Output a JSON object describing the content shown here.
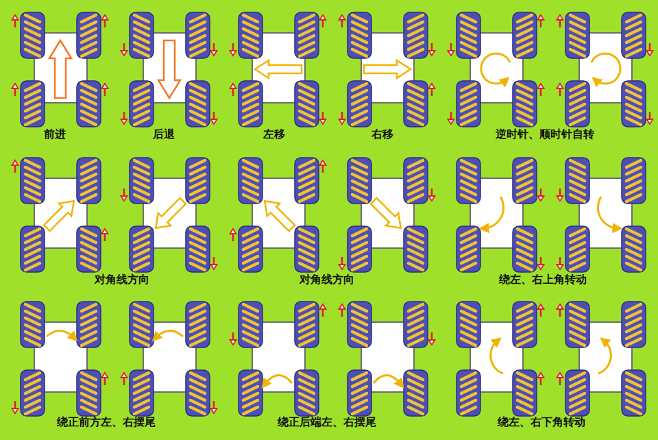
{
  "diagram": {
    "labels": [
      "前进",
      "后退",
      "左移",
      "右移",
      "逆时针、顺时针自转",
      "对角线方向",
      "对角线方向",
      "绕左、右上角转动",
      "绕正前方左、右摆尾",
      "绕正后端左、右摆尾",
      "绕左、右下角转动"
    ]
  }
}
